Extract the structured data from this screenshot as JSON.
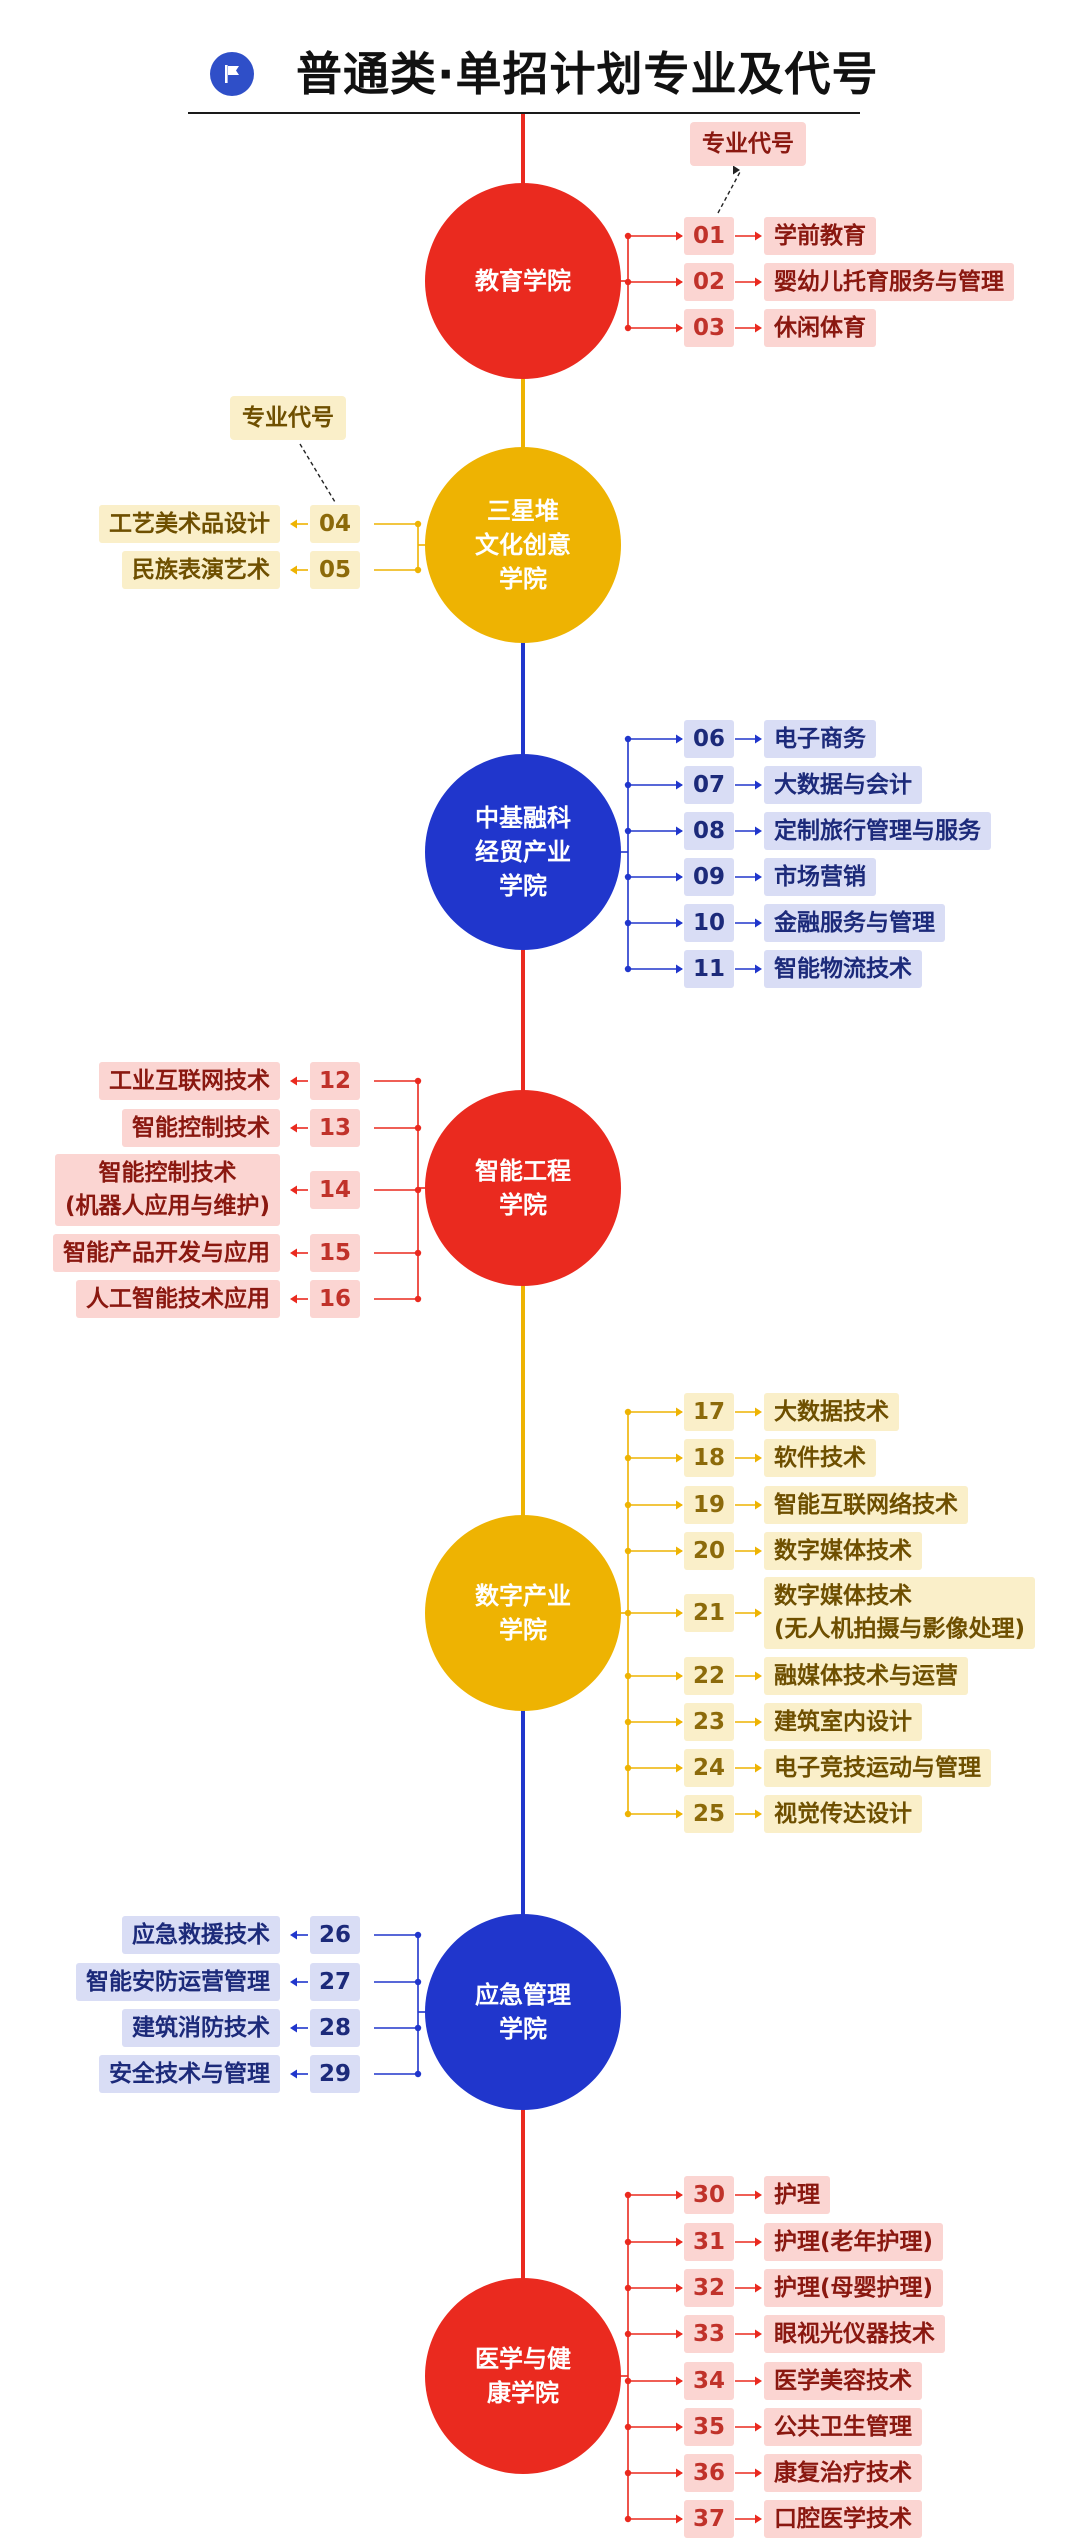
{
  "title": "普通类·单招计划专业及代号",
  "callout_label": "专业代号",
  "colors": {
    "red": "#ea2a1f",
    "red_bg": "#fbd5d2",
    "red_text": "#8a1810",
    "red_code": "#c0322a",
    "yellow": "#eeb302",
    "yellow_bg": "#faefc9",
    "yellow_text": "#6e4f00",
    "yellow_code": "#8c6a0a",
    "blue": "#2036cc",
    "blue_bg": "#d9ddf5",
    "blue_text": "#1c2a7a",
    "blue_code": "#1c2a7a"
  },
  "colleges": [
    {
      "name": "教育学院",
      "color": "red",
      "side": "right",
      "callout": true,
      "majors": [
        {
          "code": "01",
          "name": "学前教育"
        },
        {
          "code": "02",
          "name": "婴幼儿托育服务与管理"
        },
        {
          "code": "03",
          "name": "休闲体育"
        }
      ]
    },
    {
      "name": "三星堆\n文化创意\n学院",
      "color": "yellow",
      "side": "left",
      "callout": true,
      "majors": [
        {
          "code": "04",
          "name": "工艺美术品设计"
        },
        {
          "code": "05",
          "name": "民族表演艺术"
        }
      ]
    },
    {
      "name": "中基融科\n经贸产业\n学院",
      "color": "blue",
      "side": "right",
      "majors": [
        {
          "code": "06",
          "name": "电子商务"
        },
        {
          "code": "07",
          "name": "大数据与会计"
        },
        {
          "code": "08",
          "name": "定制旅行管理与服务"
        },
        {
          "code": "09",
          "name": "市场营销"
        },
        {
          "code": "10",
          "name": "金融服务与管理"
        },
        {
          "code": "11",
          "name": "智能物流技术"
        }
      ]
    },
    {
      "name": "智能工程\n学院",
      "color": "red",
      "side": "left",
      "majors": [
        {
          "code": "12",
          "name": "工业互联网技术"
        },
        {
          "code": "13",
          "name": "智能控制技术"
        },
        {
          "code": "14",
          "name": "智能控制技术\n(机器人应用与维护)"
        },
        {
          "code": "15",
          "name": "智能产品开发与应用"
        },
        {
          "code": "16",
          "name": "人工智能技术应用"
        }
      ]
    },
    {
      "name": "数字产业\n学院",
      "color": "yellow",
      "side": "right",
      "majors": [
        {
          "code": "17",
          "name": "大数据技术"
        },
        {
          "code": "18",
          "name": "软件技术"
        },
        {
          "code": "19",
          "name": "智能互联网络技术"
        },
        {
          "code": "20",
          "name": "数字媒体技术"
        },
        {
          "code": "21",
          "name": "数字媒体技术\n(无人机拍摄与影像处理)"
        },
        {
          "code": "22",
          "name": "融媒体技术与运营"
        },
        {
          "code": "23",
          "name": "建筑室内设计"
        },
        {
          "code": "24",
          "name": "电子竞技运动与管理"
        },
        {
          "code": "25",
          "name": "视觉传达设计"
        }
      ]
    },
    {
      "name": "应急管理\n学院",
      "color": "blue",
      "side": "left",
      "majors": [
        {
          "code": "26",
          "name": "应急救援技术"
        },
        {
          "code": "27",
          "name": "智能安防运营管理"
        },
        {
          "code": "28",
          "name": "建筑消防技术"
        },
        {
          "code": "29",
          "name": "安全技术与管理"
        }
      ]
    },
    {
      "name": "医学与健\n康学院",
      "color": "red",
      "side": "right",
      "majors": [
        {
          "code": "30",
          "name": "护理"
        },
        {
          "code": "31",
          "name": "护理(老年护理)"
        },
        {
          "code": "32",
          "name": "护理(母婴护理)"
        },
        {
          "code": "33",
          "name": "眼视光仪器技术"
        },
        {
          "code": "34",
          "name": "医学美容技术"
        },
        {
          "code": "35",
          "name": "公共卫生管理"
        },
        {
          "code": "36",
          "name": "康复治疗技术"
        },
        {
          "code": "37",
          "name": "口腔医学技术"
        }
      ]
    }
  ]
}
